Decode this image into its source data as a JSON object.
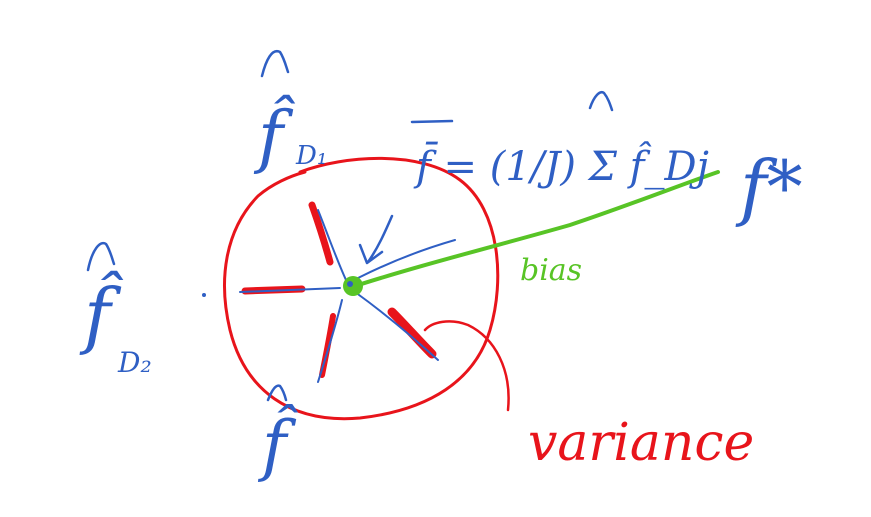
{
  "labels": {
    "f_hat_d1": "f̂",
    "d1_subscript": "D₁",
    "f_hat_d2": "f̂",
    "d2_subscript": "D₂",
    "f_hat_bottom": "f̂",
    "f_star": "f*",
    "bias": "bias",
    "variance": "variance",
    "f_bar_formula": "f̄ = (1/J) Σ f̂_Dj"
  },
  "colors": {
    "blue_ink": "#2f5fc4",
    "red_ink": "#e8141b",
    "green_ink": "#58c426"
  }
}
